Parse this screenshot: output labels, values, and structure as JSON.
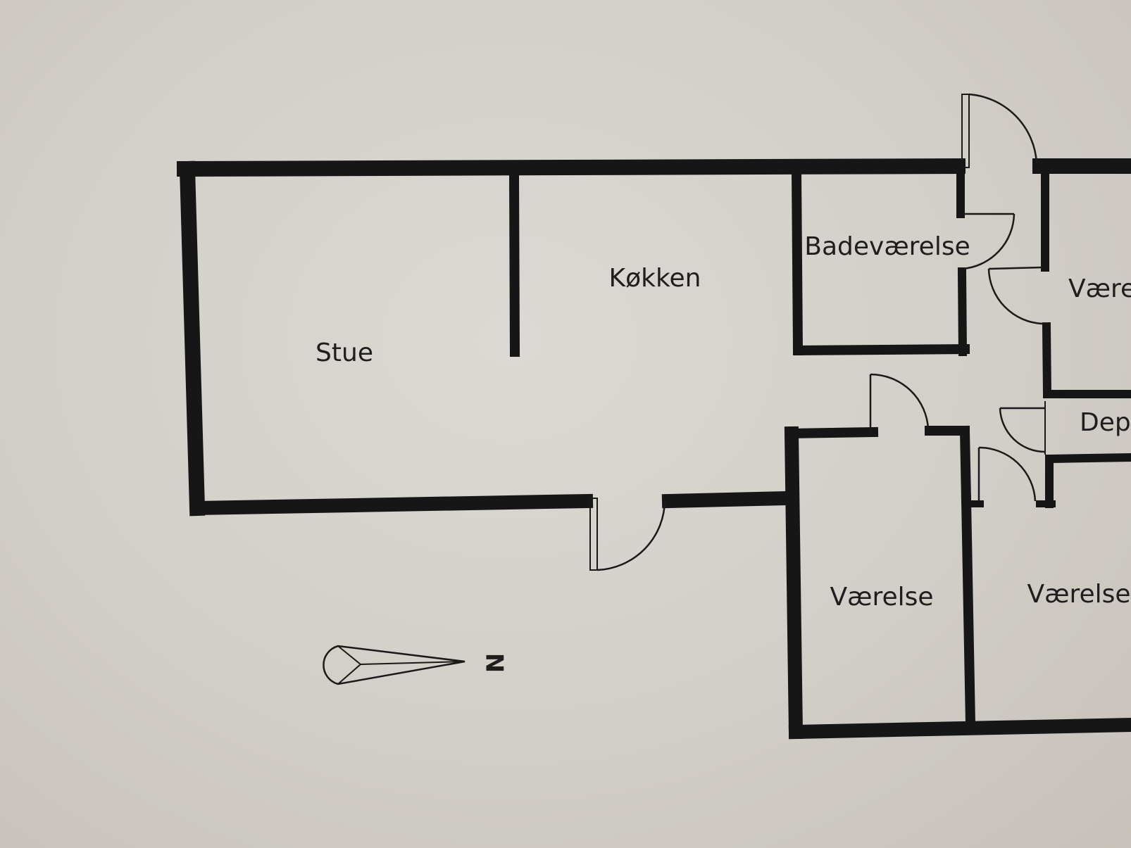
{
  "plan": {
    "rooms": [
      {
        "id": "stue",
        "label": "Stue"
      },
      {
        "id": "kokken",
        "label": "Køkken"
      },
      {
        "id": "badevaerelse",
        "label": "Badeværelse"
      },
      {
        "id": "vaerelse-top-right",
        "label": "Værel"
      },
      {
        "id": "depot",
        "label": "Depo"
      },
      {
        "id": "vaerelse-bottom-mid",
        "label": "Værelse"
      },
      {
        "id": "vaerelse-bottom-right",
        "label": "Værelse"
      }
    ],
    "compass": {
      "label": "N"
    }
  }
}
